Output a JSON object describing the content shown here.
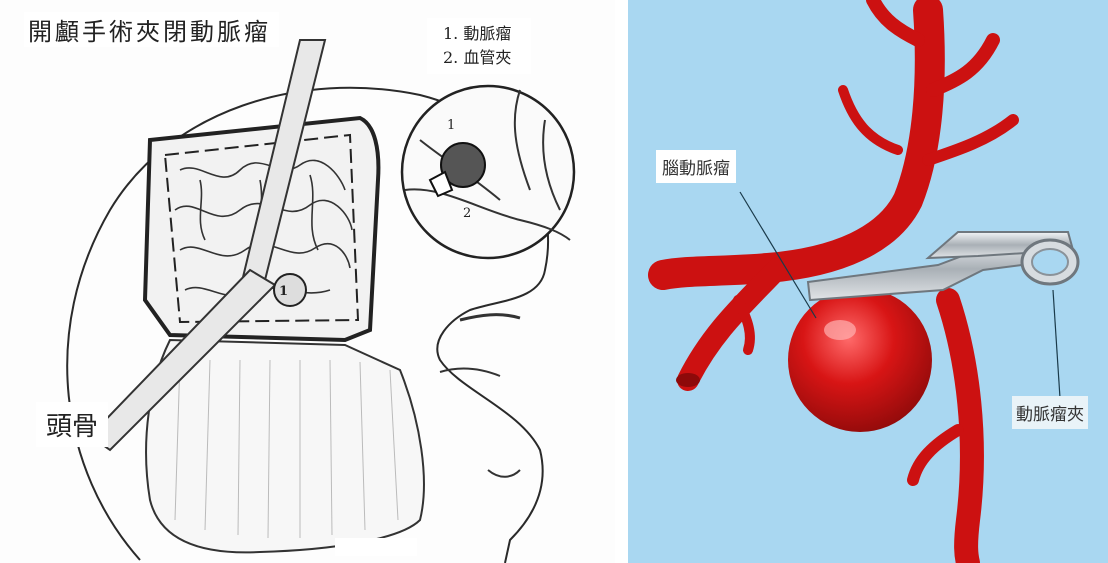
{
  "left_panel": {
    "title": "開顱手術夾閉動脈瘤",
    "legend": [
      "1. 動脈瘤",
      "2. 血管夾"
    ],
    "skull_label": "頭骨",
    "markers": {
      "inset_1": "1",
      "inset_2": "2",
      "brain_1": "1"
    }
  },
  "right_panel": {
    "aneurysm_label": "腦動脈瘤",
    "clip_label": "動脈瘤夾"
  },
  "colors": {
    "artery": "#cc1111",
    "artery_dark": "#8e0a0a",
    "background_right": "#a9d7f1",
    "clip_metal": "#c8cdd2",
    "sketch_ink": "#2a2a2a"
  }
}
